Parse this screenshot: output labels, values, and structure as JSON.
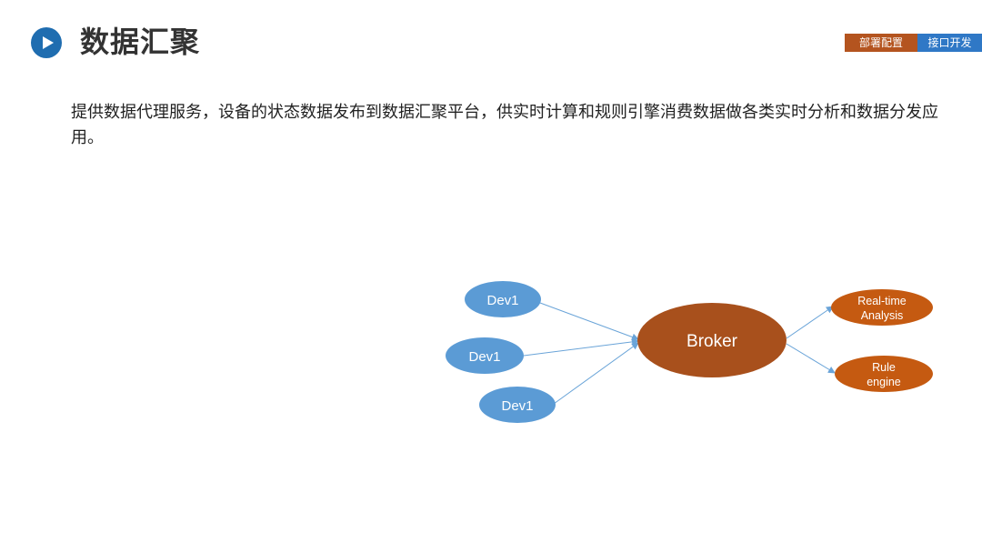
{
  "header": {
    "title": "数据汇聚",
    "icon": "play-circle-icon",
    "icon_color": "#1f6db0"
  },
  "tabs": [
    {
      "label": "部署配置",
      "color": "#b4541f"
    },
    {
      "label": "接口开发",
      "color": "#2f78c6"
    }
  ],
  "description": "提供数据代理服务，设备的状态数据发布到数据汇聚平台，供实时计算和规则引擎消费数据做各类实时分析和数据分发应用。",
  "diagram": {
    "sources": [
      {
        "label": "Dev1"
      },
      {
        "label": "Dev1"
      },
      {
        "label": "Dev1"
      }
    ],
    "hub": {
      "label": "Broker"
    },
    "consumers": [
      {
        "label_lines": [
          "Real-time",
          "Analysis"
        ]
      },
      {
        "label_lines": [
          "Rule",
          "engine"
        ]
      }
    ],
    "colors": {
      "source_fill": "#5b9bd5",
      "hub_fill": "#a8501c",
      "consumer_fill": "#c55a11",
      "arrow": "#6aa4d8"
    }
  }
}
